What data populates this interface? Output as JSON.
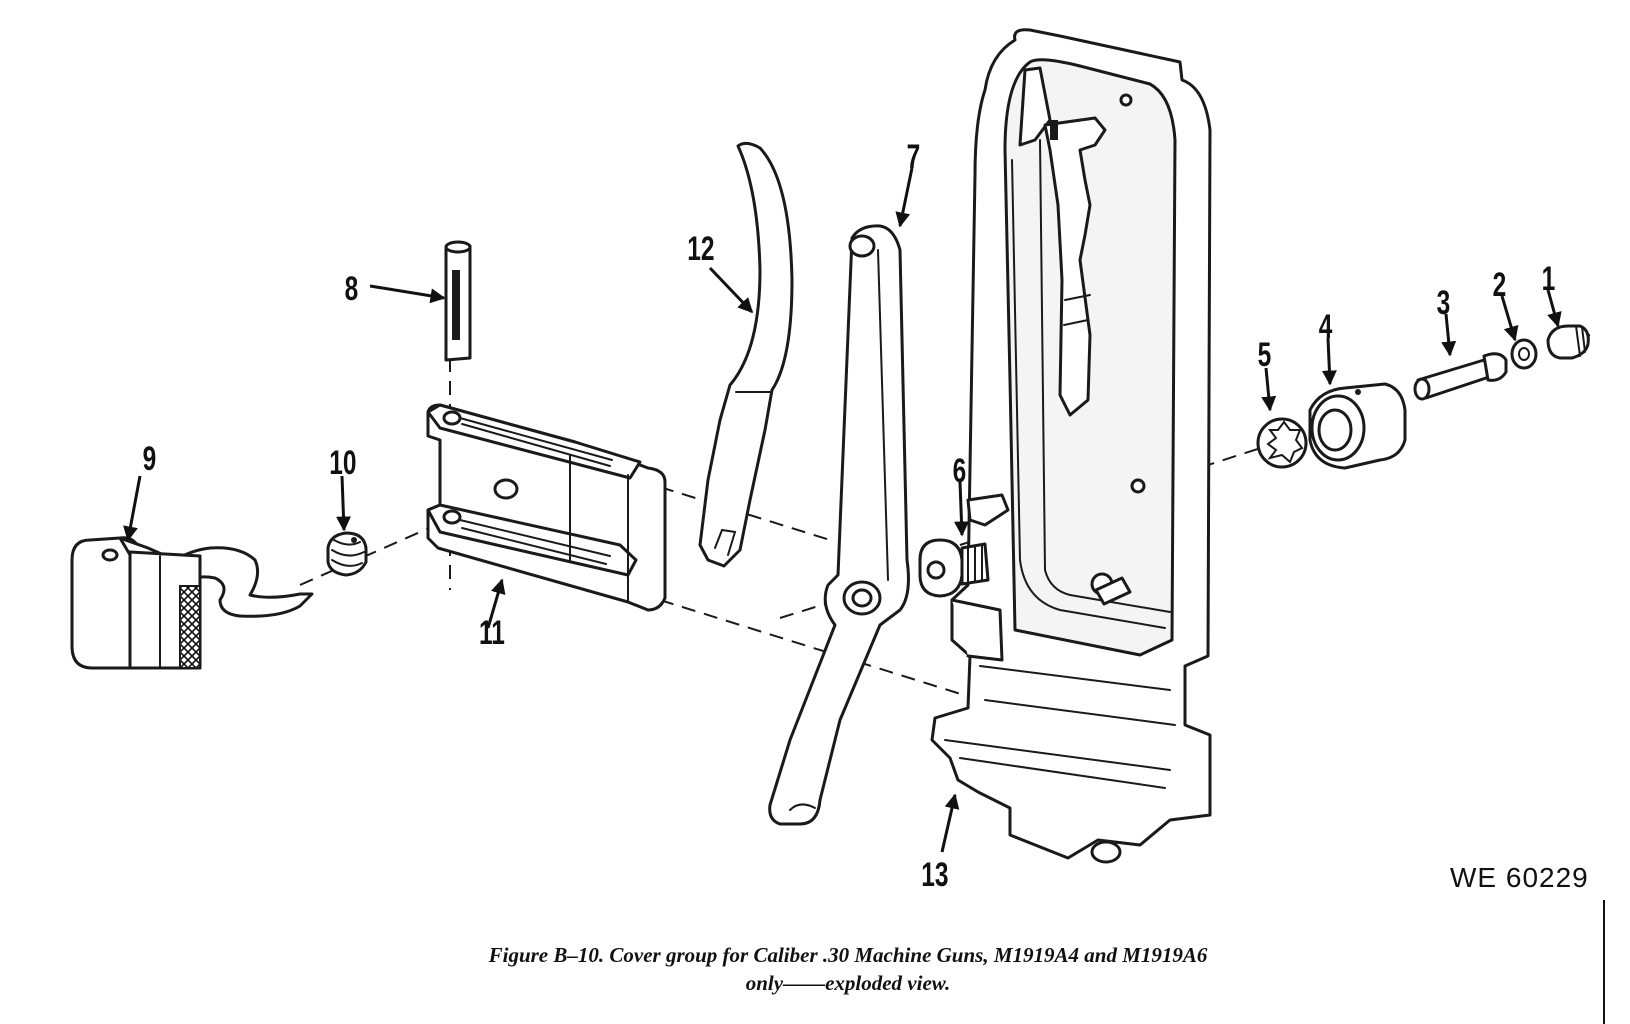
{
  "figure": {
    "code": "WE 60229",
    "caption_line1": "Figure B–10. Cover group for Caliber .30 Machine Guns, M1919A4 and M1919A6",
    "caption_line2": "only——exploded view."
  },
  "callouts": [
    "1",
    "2",
    "3",
    "4",
    "5",
    "6",
    "7",
    "8",
    "9",
    "10",
    "11",
    "12",
    "13"
  ]
}
